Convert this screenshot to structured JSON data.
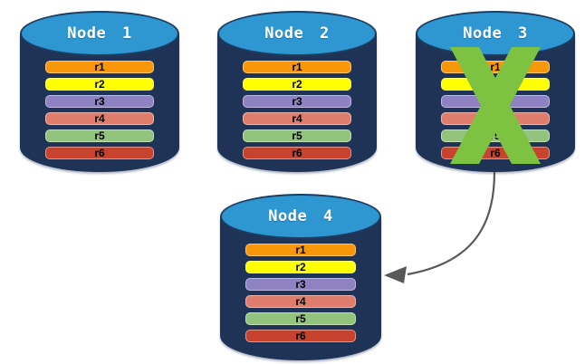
{
  "diagram": {
    "background": "#FFFFFF",
    "palette": {
      "cylinder_body": "#1E3356",
      "cylinder_top": "#2E97D1",
      "x_mark": "#7EC241",
      "arrow": "#595959"
    },
    "nodes": [
      {
        "title": "Node 1",
        "rows": [
          {
            "label": "r1",
            "color": "#F79709"
          },
          {
            "label": "r2",
            "color": "#FFFF00"
          },
          {
            "label": "r3",
            "color": "#8E82C3"
          },
          {
            "label": "r4",
            "color": "#DE7D6B"
          },
          {
            "label": "r5",
            "color": "#93C47D"
          },
          {
            "label": "r6",
            "color": "#C7432D"
          }
        ]
      },
      {
        "title": "Node 2",
        "rows": [
          {
            "label": "r1",
            "color": "#F79709"
          },
          {
            "label": "r2",
            "color": "#FFFF00"
          },
          {
            "label": "r3",
            "color": "#8E82C3"
          },
          {
            "label": "r4",
            "color": "#DE7D6B"
          },
          {
            "label": "r5",
            "color": "#93C47D"
          },
          {
            "label": "r6",
            "color": "#C7432D"
          }
        ]
      },
      {
        "title": "Node 3",
        "crossed_out": true,
        "rows": [
          {
            "label": "r1",
            "color": "#F79709"
          },
          {
            "label": "r2",
            "color": "#FFFF00"
          },
          {
            "label": "r3",
            "color": "#8E82C3"
          },
          {
            "label": "r4",
            "color": "#DE7D6B"
          },
          {
            "label": "r5",
            "color": "#93C47D"
          },
          {
            "label": "r6",
            "color": "#C7432D"
          }
        ]
      },
      {
        "title": "Node 4",
        "rows": [
          {
            "label": "r1",
            "color": "#F79709"
          },
          {
            "label": "r2",
            "color": "#FFFF00"
          },
          {
            "label": "r3",
            "color": "#8E82C3"
          },
          {
            "label": "r4",
            "color": "#DE7D6B"
          },
          {
            "label": "r5",
            "color": "#93C47D"
          },
          {
            "label": "r6",
            "color": "#C7432D"
          }
        ]
      }
    ],
    "annotations": {
      "x_mark": {
        "color": "#7EC241",
        "over": "Node 3"
      },
      "arrow": {
        "color": "#595959",
        "from": "Node 3",
        "to": "Node 4"
      }
    }
  }
}
